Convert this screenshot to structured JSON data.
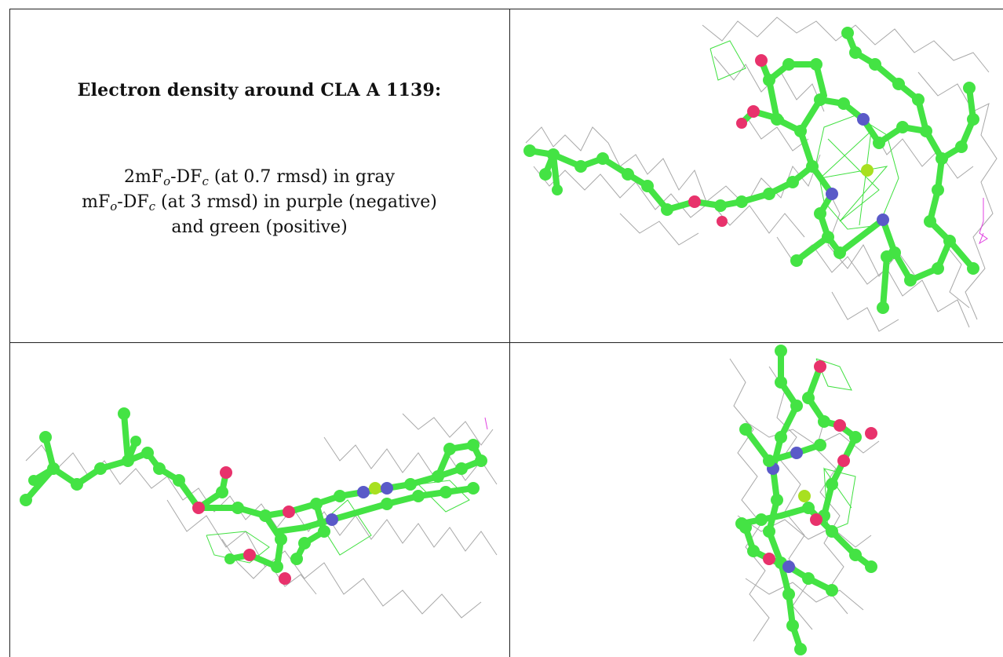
{
  "caption": {
    "title": "Electron density around CLA A 1139:",
    "line1": {
      "pre": "2mF",
      "sub1": "o",
      "mid": "-DF",
      "sub2": "c",
      "post": " (at 0.7 rmsd) in gray"
    },
    "line2": {
      "pre": "mF",
      "sub1": "o",
      "mid": "-DF",
      "sub2": "c",
      "post": " (at 3 rmsd) in purple (negative)"
    },
    "line3": "and green (positive)"
  },
  "colors": {
    "carbon": "#44e344",
    "oxygen": "#e8326c",
    "nitrogen": "#5a5ac8",
    "magnesium": "#a8e020",
    "density_2fofc": "#a8a8a8",
    "density_positive": "#40e040",
    "density_negative": "#e040e0"
  },
  "panels": [
    {
      "view": "front"
    },
    {
      "view": "side"
    },
    {
      "view": "edge"
    }
  ]
}
